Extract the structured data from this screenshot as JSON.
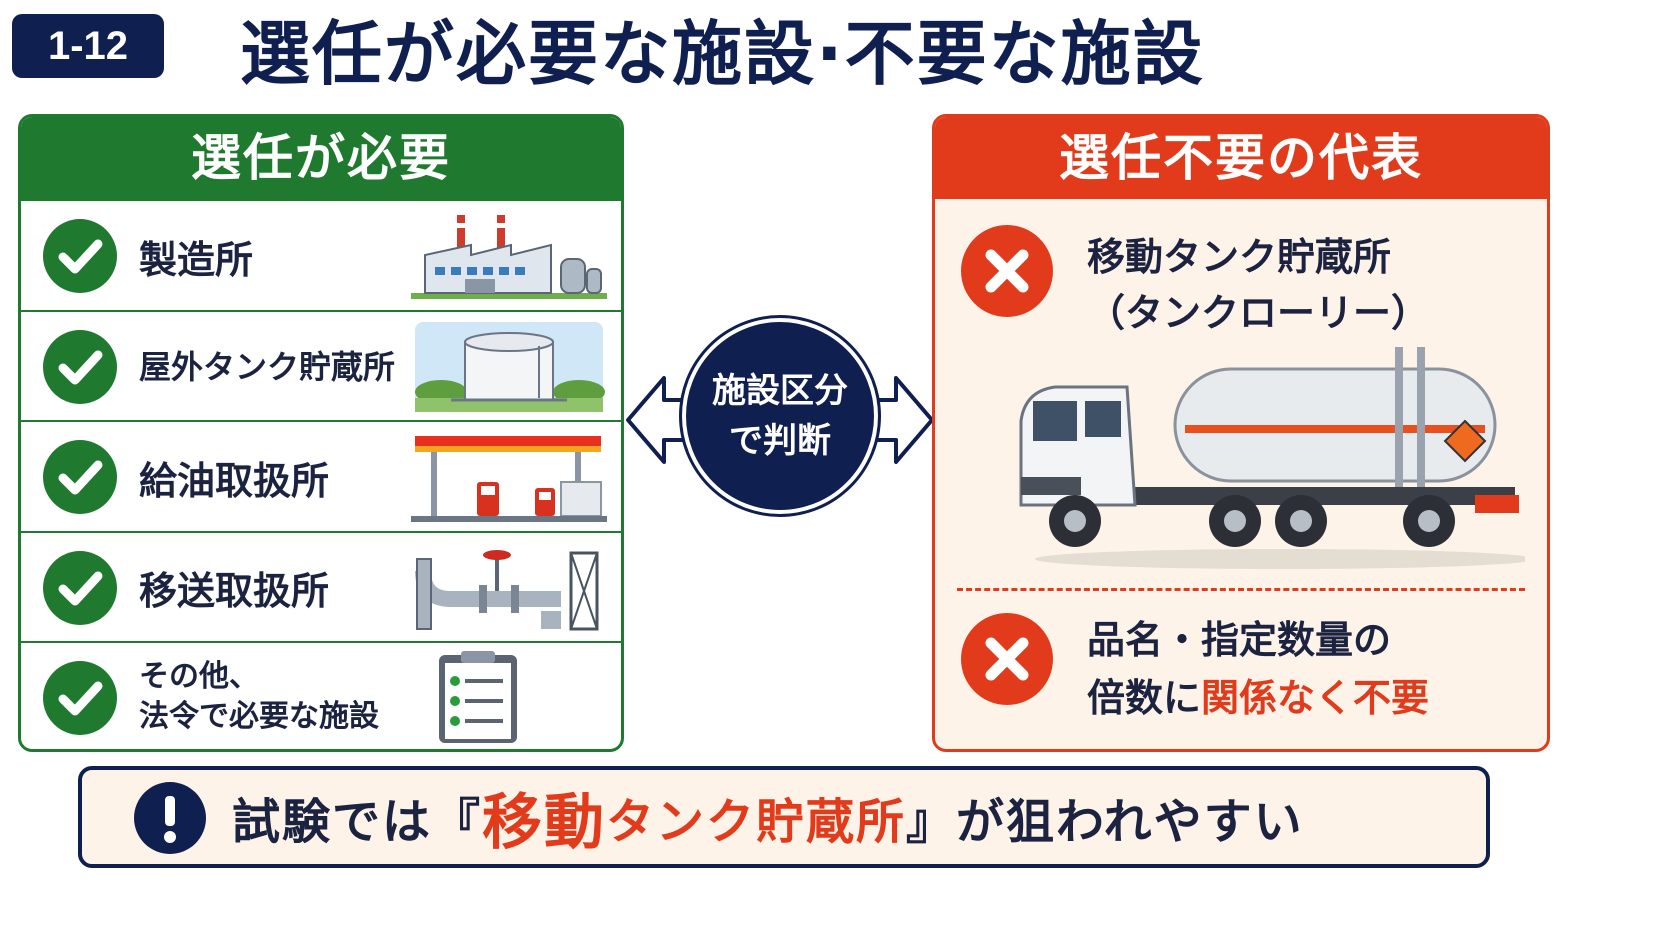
{
  "header": {
    "badge": "1-12",
    "title": "選任が必要な施設·不要な施設"
  },
  "required": {
    "heading": "選任が必要",
    "items": [
      {
        "label": "製造所",
        "icon": "factory-icon"
      },
      {
        "label": "屋外タンク貯蔵所",
        "icon": "storage-tank-icon"
      },
      {
        "label": "給油取扱所",
        "icon": "gas-station-icon"
      },
      {
        "label": "移送取扱所",
        "icon": "pipeline-icon"
      },
      {
        "label_line1": "その他、",
        "label_line2": "法令で必要な施設",
        "icon": "clipboard-icon"
      }
    ]
  },
  "center": {
    "line1": "施設区分",
    "line2": "で判断"
  },
  "not_required": {
    "heading": "選任不要の代表",
    "item1_line1": "移動タンク貯蔵所",
    "item1_line2": "（タンクローリー）",
    "item2_line1": "品名・指定数量の",
    "item2_line2_prefix": "倍数に",
    "item2_line2_highlight": "関係なく不要"
  },
  "footer": {
    "prefix": "試験では『",
    "highlight_big": "移動",
    "highlight_mid": " タンク貯蔵所",
    "suffix": "』が狙われやすい"
  },
  "colors": {
    "navy": "#0f1f4f",
    "green": "#1f7a2f",
    "red": "#e23b1b",
    "cream": "#fdf3e8"
  }
}
